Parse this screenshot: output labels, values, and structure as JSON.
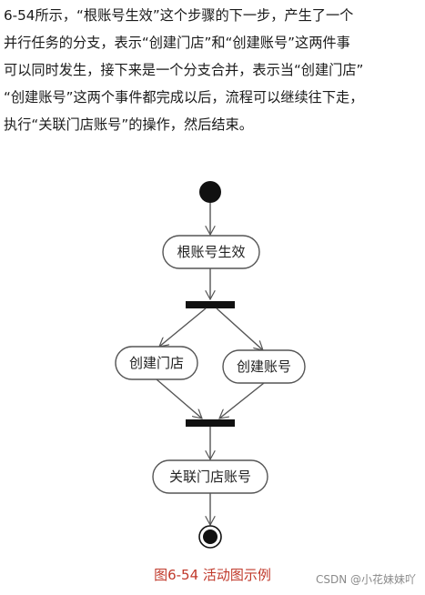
{
  "paragraph": {
    "lines": [
      "6-54所示，“根账号生效”这个步骤的下一步，产生了一个",
      "并行任务的分支，表示“创建门店”和“创建账号”这两件事",
      "可以同时发生，接下来是一个分支合并，表示当“创建门店”",
      "“创建账号”这两个事件都完成以后，流程可以继续往下走，",
      "执行“关联门店账号”的操作，然后结束。"
    ]
  },
  "diagram": {
    "nodes": {
      "activate_account": "根账号生效",
      "create_store": "创建门店",
      "create_account": "创建账号",
      "link_store_account": "关联门店账号"
    },
    "colors": {
      "stroke": "#555555",
      "node_fill": "#ffffff",
      "bar_fill": "#111111"
    }
  },
  "caption": "图6-54 活动图示例",
  "watermark": "CSDN @小花妹妹吖"
}
